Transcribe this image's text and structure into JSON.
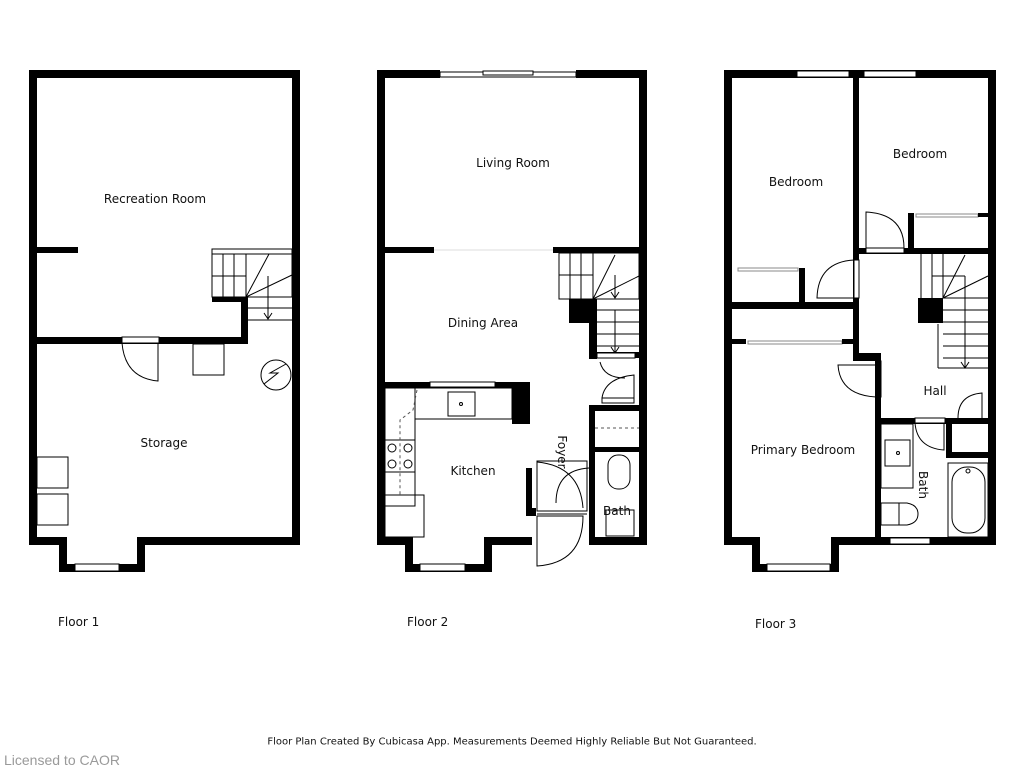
{
  "floors": [
    {
      "label": "Floor 1",
      "rooms": [
        {
          "name": "Recreation Room"
        },
        {
          "name": "Storage"
        }
      ]
    },
    {
      "label": "Floor 2",
      "rooms": [
        {
          "name": "Living Room"
        },
        {
          "name": "Dining Area"
        },
        {
          "name": "Kitchen"
        },
        {
          "name": "Foyer"
        },
        {
          "name": "Bath"
        }
      ]
    },
    {
      "label": "Floor 3",
      "rooms": [
        {
          "name": "Bedroom"
        },
        {
          "name": "Bedroom"
        },
        {
          "name": "Hall"
        },
        {
          "name": "Primary Bedroom"
        },
        {
          "name": "Bath"
        }
      ]
    }
  ],
  "footer": {
    "disclaimer": "Floor Plan Created By Cubicasa App. Measurements Deemed Highly Reliable But Not Guaranteed.",
    "license": "Licensed to CAOR"
  },
  "colors": {
    "wall": "#000000",
    "background": "#ffffff",
    "license_text": "#9a9a9a"
  }
}
